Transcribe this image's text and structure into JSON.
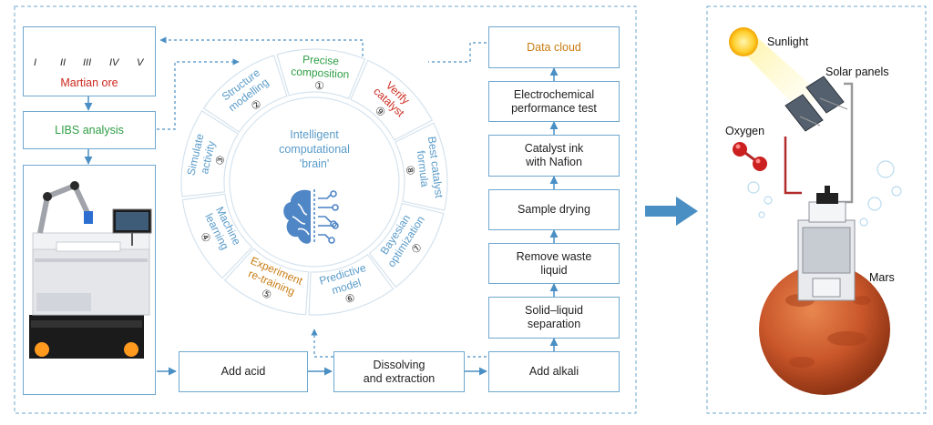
{
  "colors": {
    "frame": "#6fa8cf",
    "arrow": "#4a8fc4",
    "green": "#2e9e45",
    "red": "#cc2a1f",
    "orange": "#c87d12",
    "blue_text": "#4f8fc0",
    "segment_text": "#5a9bc9",
    "mars": "#c9562a"
  },
  "ore": {
    "label": "Martian ore",
    "samples": [
      "I",
      "II",
      "III",
      "IV",
      "V"
    ]
  },
  "libs": {
    "label": "LIBS analysis"
  },
  "wheel": {
    "center": [
      "Intelligent",
      "computational",
      "'brain'"
    ],
    "segments": [
      {
        "lines": [
          "Precise",
          "composition"
        ],
        "num": "①",
        "color": "green"
      },
      {
        "lines": [
          "Verify",
          "catalyst"
        ],
        "num": "⑨",
        "color": "red"
      },
      {
        "lines": [
          "Best catalyst",
          "formula"
        ],
        "num": "⑧",
        "color": "blue"
      },
      {
        "lines": [
          "Bayesian",
          "optimization"
        ],
        "num": "⑦",
        "color": "blue"
      },
      {
        "lines": [
          "Predictive",
          "model"
        ],
        "num": "⑥",
        "color": "blue"
      },
      {
        "lines": [
          "Experiment",
          "re-training"
        ],
        "num": "⑤",
        "color": "orange"
      },
      {
        "lines": [
          "Machine",
          "learning"
        ],
        "num": "④",
        "color": "blue"
      },
      {
        "lines": [
          "Simulate",
          "activity"
        ],
        "num": "③",
        "color": "blue"
      },
      {
        "lines": [
          "Structure",
          "modelling"
        ],
        "num": "②",
        "color": "blue"
      }
    ]
  },
  "bottom_flow": {
    "add_acid": "Add acid",
    "dissolving": [
      "Dissolving",
      "and extraction"
    ],
    "add_alkali": "Add alkali"
  },
  "right_flow": [
    {
      "lines": [
        "Solid–liquid",
        "separation"
      ]
    },
    {
      "lines": [
        "Remove waste",
        "liquid"
      ]
    },
    {
      "lines": [
        "Sample drying"
      ]
    },
    {
      "lines": [
        "Catalyst ink",
        "with Nafion"
      ]
    },
    {
      "lines": [
        "Electrochemical",
        "performance test"
      ]
    },
    {
      "lines": [
        "Data cloud"
      ]
    }
  ],
  "mars_panel": {
    "sunlight": "Sunlight",
    "solar_panels": "Solar panels",
    "oxygen": "Oxygen",
    "mars": "Mars"
  }
}
